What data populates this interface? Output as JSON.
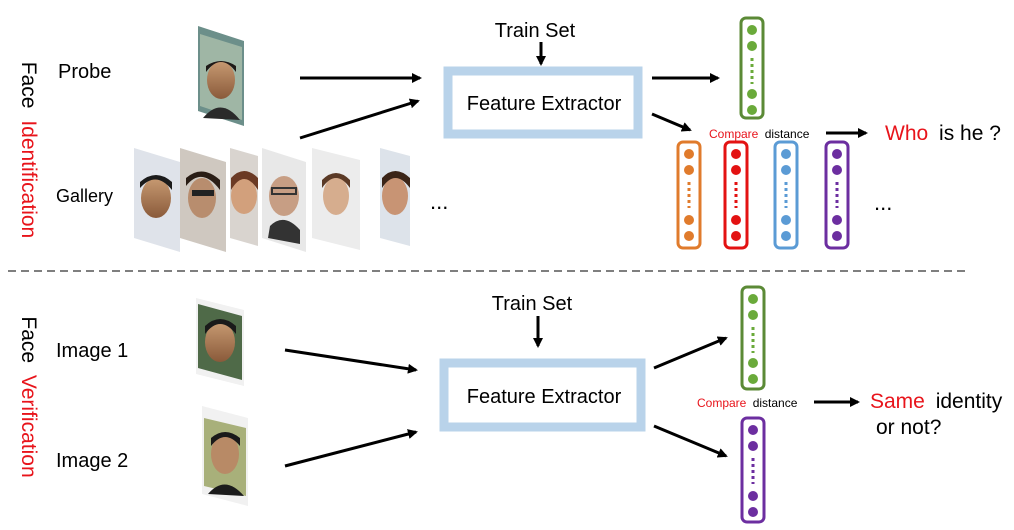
{
  "identification": {
    "side_title_prefix": "Face",
    "side_title_colored": "Identification",
    "probe_label": "Probe",
    "gallery_label": "Gallery",
    "gallery_ellipsis": "...",
    "train_set_label": "Train Set",
    "extractor_label": "Feature Extractor",
    "compare_word": "Compare",
    "distance_word": "distance",
    "question_colored": "Who",
    "question_rest": "is he ?",
    "features_ellipsis": "..."
  },
  "verification": {
    "side_title_prefix": "Face",
    "side_title_colored": "Verification",
    "image1_label": "Image 1",
    "image2_label": "Image 2",
    "train_set_label": "Train Set",
    "extractor_label": "Feature Extractor",
    "compare_word": "Compare",
    "distance_word": "distance",
    "result_colored": "Same",
    "result_rest": "identity",
    "result_line2": "or not?"
  },
  "colors": {
    "accent_red": "#e8141b",
    "extractor_border": "#b9d3ea",
    "vec_green": "#5b8a36",
    "vec_green_dot": "#6aaa3a",
    "vec_orange": "#e07b2c",
    "vec_red": "#e31212",
    "vec_blue": "#5b9bd5",
    "vec_purple": "#6c2ea0"
  }
}
